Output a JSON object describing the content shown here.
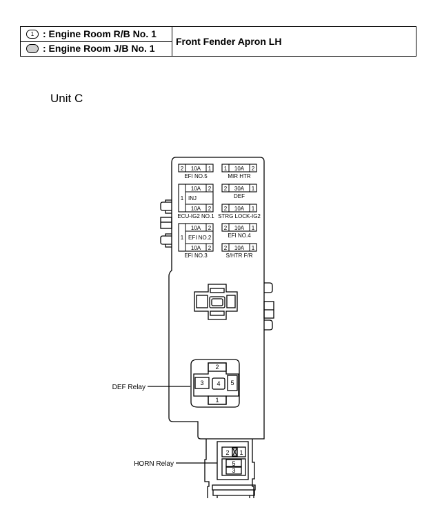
{
  "legend": {
    "row1_symbol": "1",
    "row1_label": ": Engine Room R/B No. 1",
    "row2_label": ": Engine Room J/B No. 1",
    "location": "Front Fender Apron LH"
  },
  "unit_title": "Unit C",
  "fuses": [
    {
      "id": "efi5",
      "left_pin": "2",
      "amp": "10A",
      "right_pin": "1",
      "label": "EFI NO.5"
    },
    {
      "id": "mirhtr",
      "left_pin": "1",
      "amp": "10A",
      "right_pin": "2",
      "label": "MIR HTR"
    },
    {
      "id": "def",
      "left_pin": "2",
      "amp": "30A",
      "right_pin": "1",
      "label": "DEF"
    },
    {
      "id": "strg",
      "left_pin": "2",
      "amp": "10A",
      "right_pin": "1",
      "label": "STRG LOCK-IG2"
    },
    {
      "id": "efi4",
      "left_pin": "2",
      "amp": "10A",
      "right_pin": "1",
      "label": "EFI NO.4"
    },
    {
      "id": "shtr",
      "left_pin": "2",
      "amp": "10A",
      "right_pin": "1",
      "label": "S/HTR F/R"
    }
  ],
  "dual_fuses": [
    {
      "id": "inj_ecu",
      "common_pin": "1",
      "top_amp": "10A",
      "top_pin": "2",
      "inner_label": "INJ",
      "bottom_amp": "10A",
      "bottom_pin": "2",
      "label": "ECU-IG2 NO.1"
    },
    {
      "id": "efi2_efi3",
      "common_pin": "1",
      "top_amp": "10A",
      "top_pin": "2",
      "inner_label": "EFI NO.2",
      "bottom_amp": "10A",
      "bottom_pin": "2",
      "label": "EFI NO.3"
    }
  ],
  "def_relay": {
    "label": "DEF Relay",
    "pins": [
      "2",
      "3",
      "4",
      "5",
      "1"
    ]
  },
  "horn_relay": {
    "label": "HORN Relay",
    "pins": [
      "2",
      "1",
      "5",
      "3"
    ]
  }
}
